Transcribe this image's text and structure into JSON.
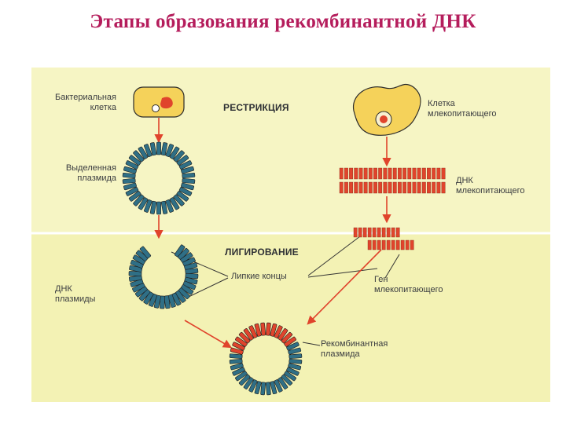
{
  "title": "Этапы образования рекомбинантной ДНК",
  "stages": {
    "restriction": "РЕСТРИКЦИЯ",
    "ligation": "ЛИГИРОВАНИЕ"
  },
  "labels": {
    "bacterial_cell": [
      "Бактериальная",
      "клетка"
    ],
    "isolated_plasmid": [
      "Выделенная",
      "плазмида"
    ],
    "plasmid_dna": [
      "ДНК",
      "плазмиды"
    ],
    "mammal_cell": [
      "Клетка",
      "млекопитающего"
    ],
    "mammal_dna": [
      "ДНК",
      "млекопитающего"
    ],
    "sticky_ends": "Липкие концы",
    "mammal_gene": [
      "Ген",
      "млекопитающего"
    ],
    "recombinant_plasmid": [
      "Рекомбинантная",
      "плазмида"
    ]
  },
  "colors": {
    "title": "#b51d5c",
    "background": "#f3f2b4",
    "plasmid_dna": "#2f6f86",
    "mammal_dna": "#e0442c",
    "cell": "#f5d25a",
    "arrow": "#e0442c"
  }
}
